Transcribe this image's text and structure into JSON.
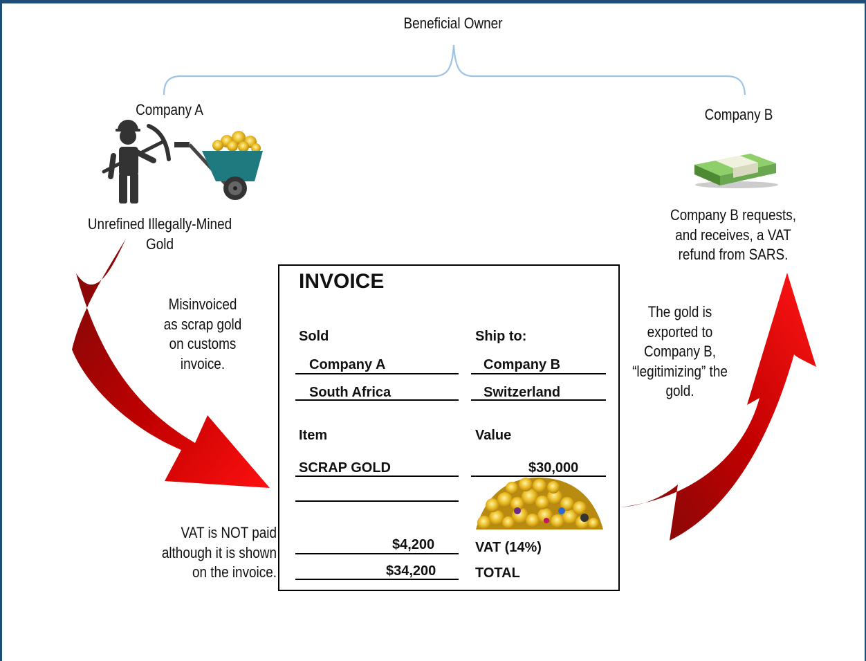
{
  "labels": {
    "beneficial_owner": "Beneficial Owner",
    "company_a": "Company A",
    "company_b": "Company B",
    "unrefined_gold": "Unrefined Illegally-Mined\nGold",
    "refund": "Company B requests,\nand receives, a VAT\nrefund from SARS.",
    "misinvoiced": "Misinvoiced\nas scrap gold\non customs\ninvoice.",
    "exported": "The gold is\nexported to\nCompany B,\n“legitimizing” the\ngold.",
    "vat_not_paid": "VAT is NOT paid\nalthough it is shown\non the invoice."
  },
  "invoice": {
    "title": "INVOICE",
    "sold_label": "Sold",
    "ship_label": "Ship to:",
    "sold_company": "Company A",
    "sold_country": "South Africa",
    "ship_company": "Company B",
    "ship_country": "Switzerland",
    "item_label": "Item",
    "value_label": "Value",
    "item": "SCRAP GOLD",
    "value": "$30,000",
    "vat_amount": "$4,200",
    "vat_label": "VAT (14%)",
    "total_amount": "$34,200",
    "total_label": "TOTAL"
  },
  "colors": {
    "frame": "#1f4e79",
    "bracket": "#9dc3e6",
    "arrow_red": "#e00000",
    "arrow_dark": "#7a0a0a",
    "gold": "#e8b820",
    "cart": "#1f7a80",
    "cash": "#6aa84f"
  },
  "icons": [
    "miner-icon",
    "wheelbarrow-icon",
    "cash-stack-icon",
    "gold-pile-icon"
  ]
}
